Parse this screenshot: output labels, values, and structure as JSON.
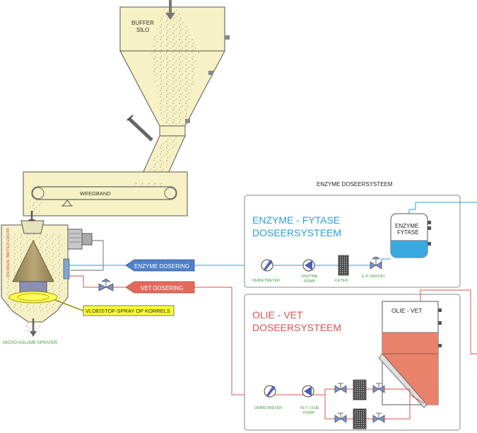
{
  "labels": {
    "buffer_silo_line1": "BUFFER",
    "buffer_silo_line2": "SILO",
    "weegband": "WEEGBAND",
    "micro_volume_sprayer_vertical": "MICRO VOLUME SPRAYER",
    "micro_volume_sprayer": "MICRO VOLUME SPRAYER",
    "vloeistof_spray": "VLOEISTOF-SPRAY OP KORRELS",
    "enzyme_dosering": "ENZYME DOSERING",
    "vet_dosering": "VET DOSERING"
  },
  "enzyme_system": {
    "header": "ENZYME DOSEERSYSTEEM",
    "title_line1": "ENZYME - FYTASE",
    "title_line2": "DOSEERSYSTEEM",
    "tank_line1": "ENZYME",
    "tank_line2": "FYTASE",
    "debietmeter": "DEBIETMETER",
    "pomp_line1": "ENZYME",
    "pomp_line2": "POMP",
    "filter": "FILTER",
    "ventiel": "E-P VENTIEL"
  },
  "oil_system": {
    "title_line1": "OLIE - VET",
    "title_line2": "DOSEERSYSTEEM",
    "tank": "OLIE - VET",
    "debietmeter": "DEBIETMETER",
    "pomp_line1": "VET / OLIE",
    "pomp_line2": "POMP"
  },
  "colors": {
    "equipment_fill": "#f7f1c6",
    "enzyme_blue": "#2a9fd8",
    "oil_red": "#d9534f",
    "liquid_blue": "#39a9e0",
    "oil_fill": "#e8826a",
    "arrow_blue": "#4f7fc9",
    "arrow_red": "#e26a5c",
    "spray_yellow": "#ffff33",
    "green_text": "#3f9a3f"
  }
}
